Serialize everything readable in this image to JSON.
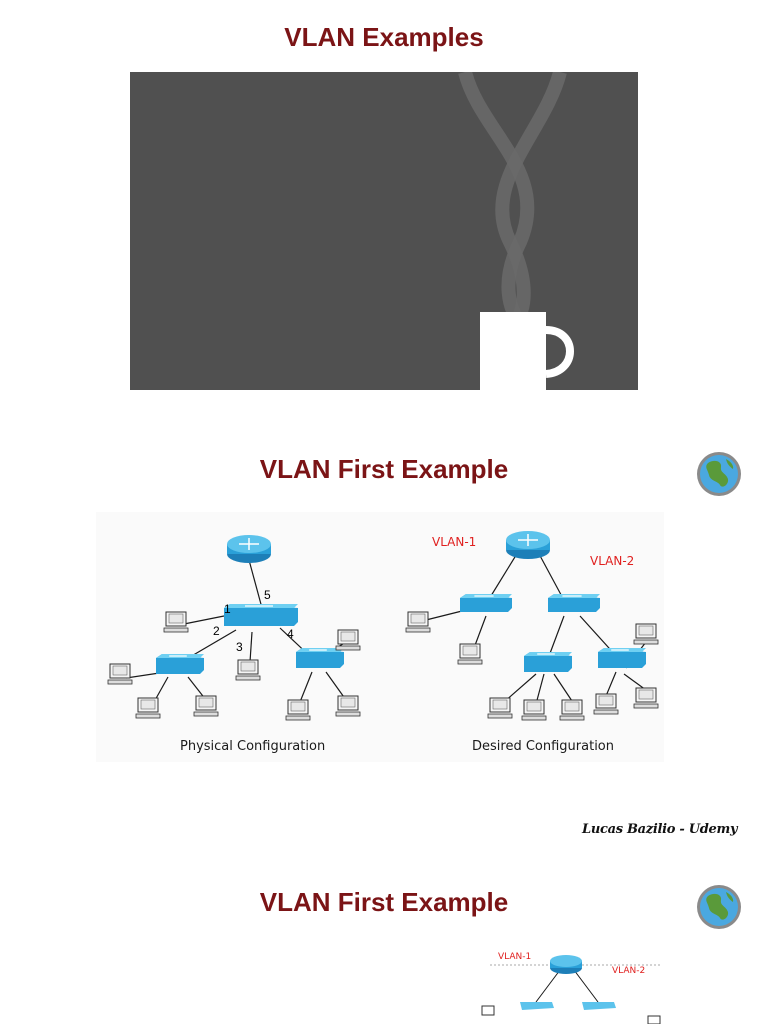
{
  "slides": [
    {
      "title": "VLAN Examples"
    },
    {
      "title": "VLAN First Example",
      "physical_caption": "Physical Configuration",
      "desired_caption": "Desired Configuration",
      "vlan1_label": "VLAN-1",
      "vlan2_label": "VLAN-2",
      "ports": [
        "1",
        "2",
        "3",
        "4",
        "5"
      ]
    },
    {
      "title": "VLAN First Example",
      "vlan1_label": "VLAN-1",
      "vlan2_label": "VLAN-2"
    }
  ],
  "footer": {
    "author": "Lucas Bazilio - Udemy"
  },
  "icons": {
    "globe": "globe-icon",
    "video": "coffee-mug-icon",
    "router": "router-icon",
    "switch": "switch-icon",
    "pc": "computer-icon"
  },
  "colors": {
    "title": "#7b1416",
    "vlan_label": "#e0201f",
    "device": "#2aa0d8",
    "video_bg": "#505050"
  }
}
